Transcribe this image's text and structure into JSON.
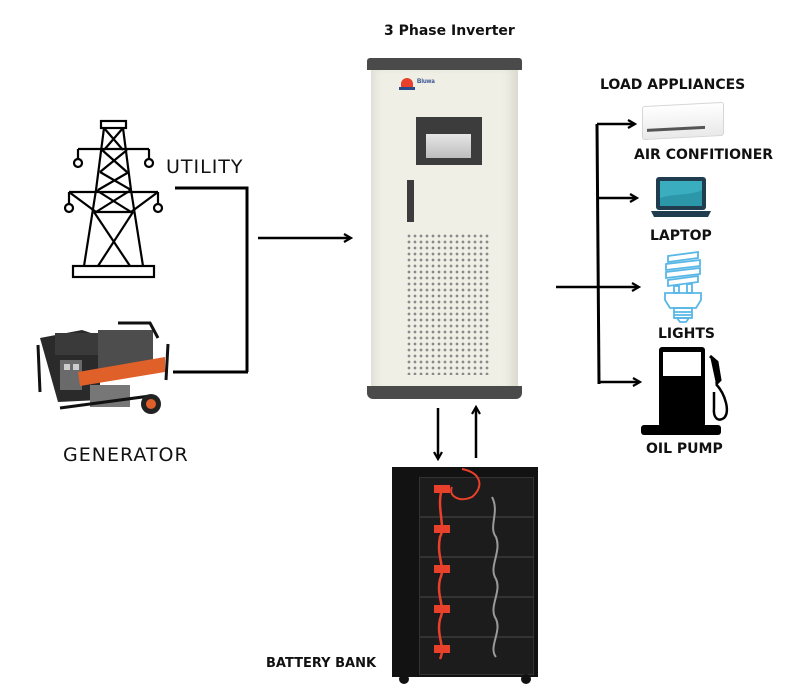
{
  "title": "3 Phase Inverter",
  "inverter": {
    "brand": "Bluwa",
    "colors": {
      "body": "#efefe6",
      "trim": "#4a4a4a",
      "screen": "#3c3c3c"
    }
  },
  "sources": [
    {
      "id": "utility",
      "label": "UTILITY",
      "icon": "transmission-tower-icon"
    },
    {
      "id": "generator",
      "label": "GENERATOR",
      "icon": "generator-icon",
      "accent": "#e0602a"
    }
  ],
  "loads": {
    "heading": "LOAD APPLIANCES",
    "items": [
      {
        "id": "air-conditioner",
        "label": "AIR CONFITIONER",
        "icon": "air-conditioner-icon"
      },
      {
        "id": "laptop",
        "label": "LAPTOP",
        "icon": "laptop-icon",
        "color": "#3aaebf"
      },
      {
        "id": "lights",
        "label": "LIGHTS",
        "icon": "light-bulb-icon",
        "color": "#58b7e6"
      },
      {
        "id": "oil-pump",
        "label": "OIL PUMP",
        "icon": "fuel-pump-icon"
      }
    ]
  },
  "storage": {
    "label": "BATTERY BANK",
    "icon": "battery-rack-icon",
    "modules": 5,
    "cable_color": "#e8402a"
  },
  "flows": [
    {
      "from": "utility",
      "to": "inverter",
      "direction": "forward"
    },
    {
      "from": "generator",
      "to": "inverter",
      "direction": "forward"
    },
    {
      "from": "inverter",
      "to": "battery-bank",
      "direction": "down"
    },
    {
      "from": "battery-bank",
      "to": "inverter",
      "direction": "up"
    },
    {
      "from": "inverter",
      "to": "loads",
      "direction": "forward"
    }
  ]
}
